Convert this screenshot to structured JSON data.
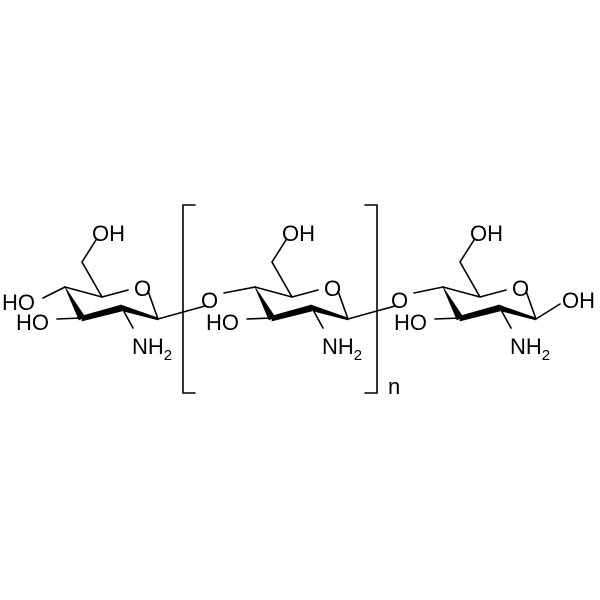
{
  "molecule": {
    "name_hidden": null,
    "repeat_label": "n",
    "labels": {
      "oh": "OH",
      "ho": "HO",
      "o": "O",
      "n": "N",
      "h": "H",
      "sub2": "2"
    }
  }
}
